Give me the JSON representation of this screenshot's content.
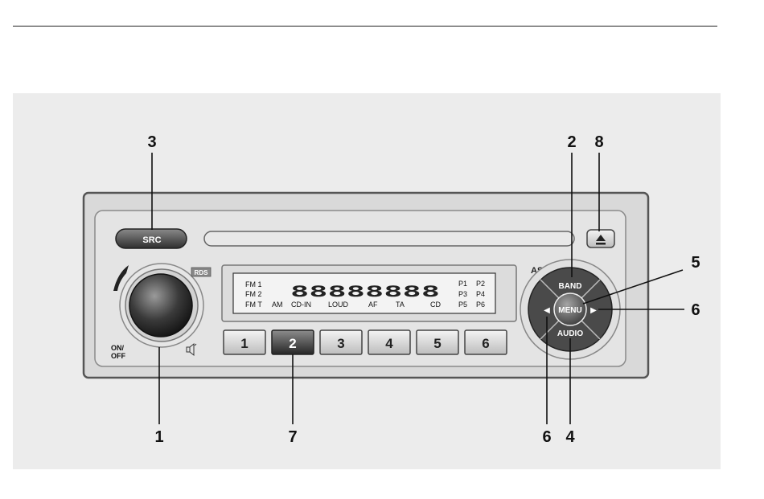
{
  "callouts": {
    "c1": "1",
    "c2": "2",
    "c3": "3",
    "c4": "4",
    "c5": "5",
    "c6a": "6",
    "c6b": "6",
    "c7": "7",
    "c8": "8"
  },
  "buttons": {
    "src": "SRC",
    "eject_icon": "eject-icon",
    "presets": [
      "1",
      "2",
      "3",
      "4",
      "5",
      "6"
    ],
    "as": "AS",
    "band": "BAND",
    "menu": "MENU",
    "audio": "AUDIO",
    "left_arrow": "◀",
    "right_arrow": "▶",
    "power": "ON/\nOFF",
    "power_line1": "ON/",
    "power_line2": "OFF",
    "mute_icon": "speaker-icon"
  },
  "display": {
    "segments": "88888888",
    "left": [
      "FM 1",
      "FM 2",
      "FM T"
    ],
    "bottom": [
      "AM",
      "CD-IN",
      "LOUD",
      "AF",
      "TA",
      "CD"
    ],
    "presets": [
      "P1",
      "P2",
      "P3",
      "P4",
      "P5",
      "P6"
    ]
  },
  "badge": "RDS"
}
